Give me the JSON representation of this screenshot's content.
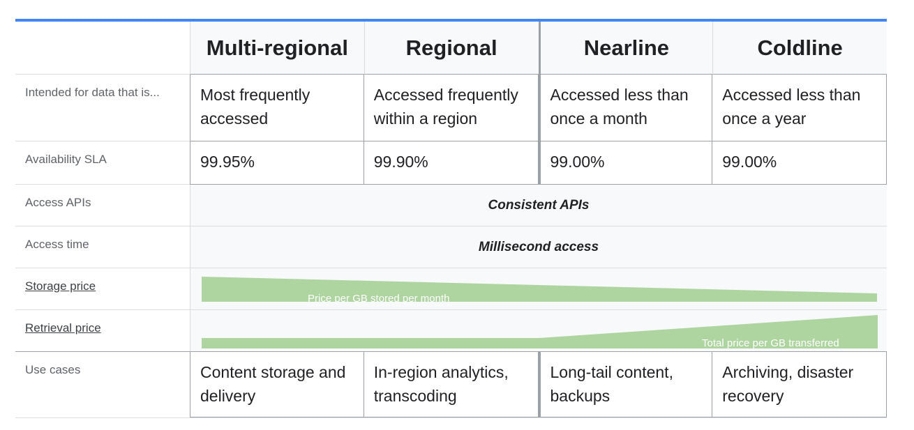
{
  "columns": [
    "Multi-regional",
    "Regional",
    "Nearline",
    "Coldline"
  ],
  "rows": {
    "intended": {
      "label": "Intended for data that is...",
      "values": [
        "Most frequently accessed",
        "Accessed frequently within a region",
        "Accessed less than once a month",
        "Accessed less than once a year"
      ]
    },
    "sla": {
      "label": "Availability SLA",
      "values": [
        "99.95%",
        "99.90%",
        "99.00%",
        "99.00%"
      ]
    },
    "apis": {
      "label": "Access APIs",
      "value": "Consistent APIs"
    },
    "time": {
      "label": "Access time",
      "value": "Millisecond access"
    },
    "storage_price": {
      "label": "Storage price",
      "caption": "Price per GB stored per month"
    },
    "retrieval_price": {
      "label": "Retrieval price",
      "caption": "Total price per GB transferred"
    },
    "use_cases": {
      "label": "Use cases",
      "values": [
        "Content storage and delivery",
        "In-region analytics, transcoding",
        "Long-tail content, backups",
        "Archiving, disaster recovery"
      ]
    }
  },
  "colors": {
    "accent": "#4285f4",
    "bar_fill": "#aed5a0",
    "header_bg": "#f8f9fa"
  }
}
